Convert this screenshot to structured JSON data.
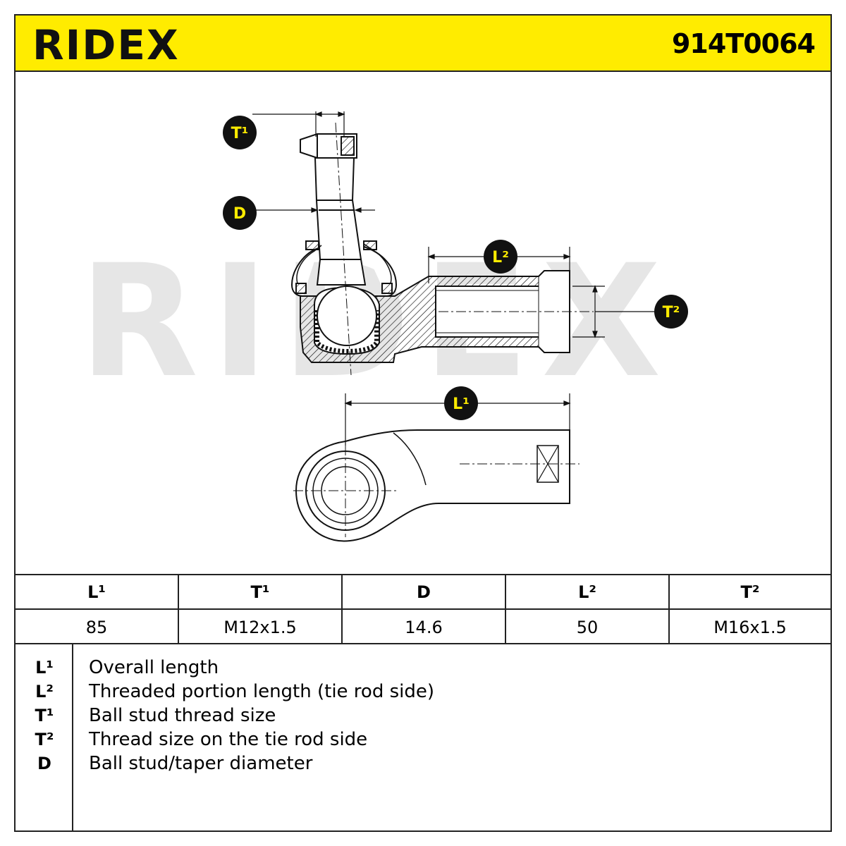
{
  "header": {
    "brand": "RIDEX",
    "part_number": "914T0064",
    "colors": {
      "brand_yellow": "#ffec00",
      "ink": "#111111",
      "watermark": "#e6e6e6"
    }
  },
  "drawing": {
    "watermark": "RIDEX",
    "callouts": {
      "t1": "T¹",
      "d": "D",
      "l2": "L²",
      "t2": "T²",
      "l1": "L¹"
    }
  },
  "specs": {
    "headers": [
      "L¹",
      "T¹",
      "D",
      "L²",
      "T²"
    ],
    "values": [
      "85",
      "M12x1.5",
      "14.6",
      "50",
      "M16x1.5"
    ]
  },
  "legend": [
    {
      "symbol": "L¹",
      "description": "Overall length"
    },
    {
      "symbol": "L²",
      "description": "Threaded portion length (tie rod side)"
    },
    {
      "symbol": "T¹",
      "description": "Ball stud thread size"
    },
    {
      "symbol": "T²",
      "description": "Thread size on the tie rod side"
    },
    {
      "symbol": "D",
      "description": "Ball stud/taper diameter"
    }
  ]
}
